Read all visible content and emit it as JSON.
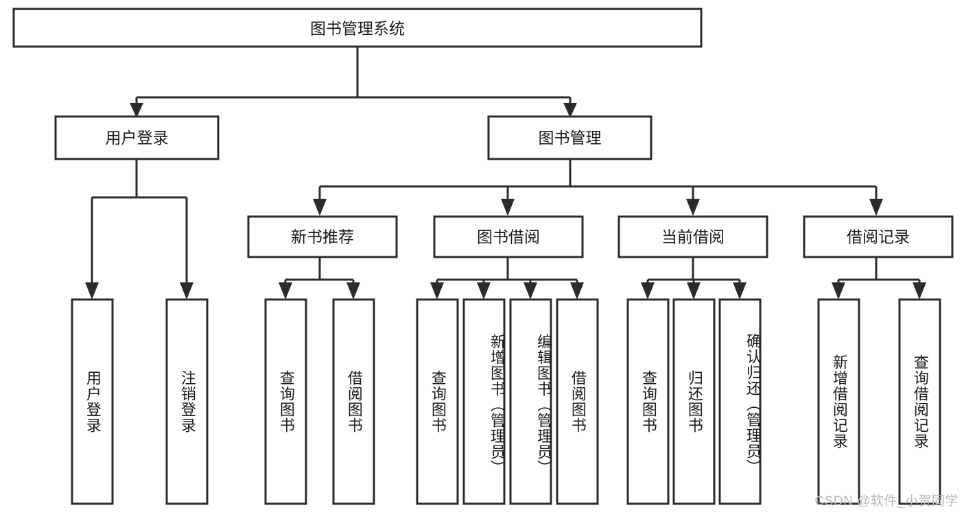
{
  "diagram": {
    "type": "tree-hierarchy-chart",
    "title": "图书管理系统",
    "colors": {
      "box_stroke": "#2b2b2b",
      "box_fill": "#ffffff",
      "line": "#2b2b2b",
      "text": "#1a1a1a",
      "background": "#ffffff",
      "watermark": "#b9b9b9"
    },
    "root": {
      "label": "图书管理系统"
    },
    "level2": [
      {
        "label": "用户登录"
      },
      {
        "label": "图书管理"
      }
    ],
    "level3": [
      {
        "label": "新书推荐"
      },
      {
        "label": "图书借阅"
      },
      {
        "label": "当前借阅"
      },
      {
        "label": "借阅记录"
      }
    ],
    "leaves": {
      "user_login": [
        {
          "label": "用户登录"
        },
        {
          "label": "注销登录"
        }
      ],
      "new_book_recommend": [
        {
          "label": "查询图书"
        },
        {
          "label": "借阅图书"
        }
      ],
      "book_borrow": [
        {
          "label": "查询图书"
        },
        {
          "label": "新增图书（管理员）"
        },
        {
          "label": "编辑图书（管理员）"
        },
        {
          "label": "借阅图书"
        }
      ],
      "current_borrow": [
        {
          "label": "查询图书"
        },
        {
          "label": "归还图书"
        },
        {
          "label": "确认归还（管理员）"
        }
      ],
      "borrow_record": [
        {
          "label": "新增借阅记录"
        },
        {
          "label": "查询借阅记录"
        }
      ]
    }
  },
  "watermark": {
    "text": "CSDN @软件_小贺同学"
  }
}
